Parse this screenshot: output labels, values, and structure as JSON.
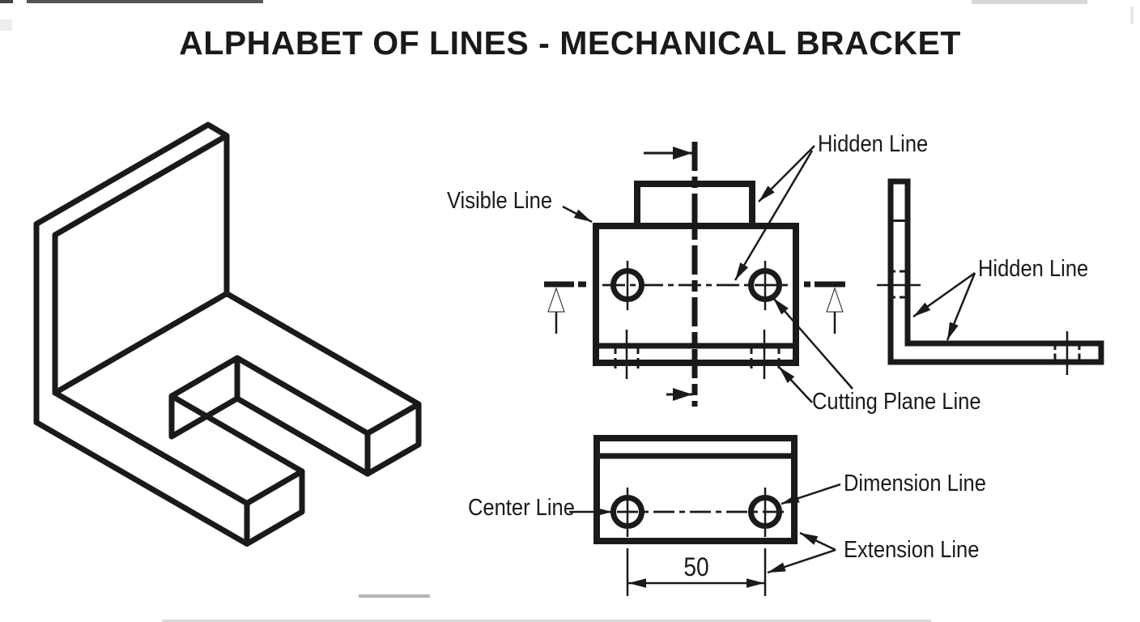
{
  "title": "ALPHABET OF LINES - MECHANICAL BRACKET",
  "colors": {
    "ink": "#1a1a1a",
    "paper": "#ffffff"
  },
  "labels": {
    "visible_line": "Visible Line",
    "hidden_line_front": "Hidden Line",
    "hidden_line_side": "Hidden Line",
    "cutting_plane_line": "Cutting Plane Line",
    "center_line": "Center Line",
    "dimension_line": "Dimension Line",
    "extension_line": "Extension Line"
  },
  "dimension": {
    "hole_spacing": "50"
  }
}
